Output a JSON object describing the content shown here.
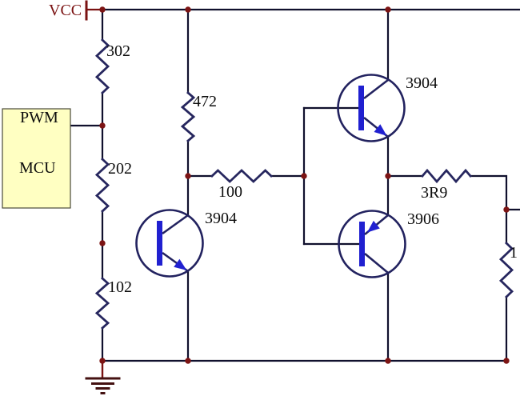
{
  "diagram_type": "circuit-schematic",
  "colors": {
    "bg": "#ffffff",
    "wire": "#10102d",
    "resistor": "#26265e",
    "transistor": "#22225f",
    "accent": "#2020d0",
    "junction": "#7c1414",
    "power": "#7a1212",
    "ground": "#441111",
    "text": "#0c0c0c",
    "block-fill": "#ffffc2",
    "block-border": "#4a4a3a"
  },
  "power": {
    "vcc_label": "VCC"
  },
  "mcu_block": {
    "pin_label": "PWM",
    "name_label": "MCU"
  },
  "resistors": [
    {
      "label": "302",
      "orientation": "vertical"
    },
    {
      "label": "202",
      "orientation": "vertical"
    },
    {
      "label": "102",
      "orientation": "vertical"
    },
    {
      "label": "472",
      "orientation": "vertical"
    },
    {
      "label": "100",
      "orientation": "horizontal"
    },
    {
      "label": "3R9",
      "orientation": "horizontal"
    },
    {
      "label": "1",
      "orientation": "vertical"
    }
  ],
  "transistors": [
    {
      "label": "3904",
      "type": "NPN"
    },
    {
      "label": "3904",
      "type": "NPN"
    },
    {
      "label": "3906",
      "type": "PNP"
    }
  ]
}
